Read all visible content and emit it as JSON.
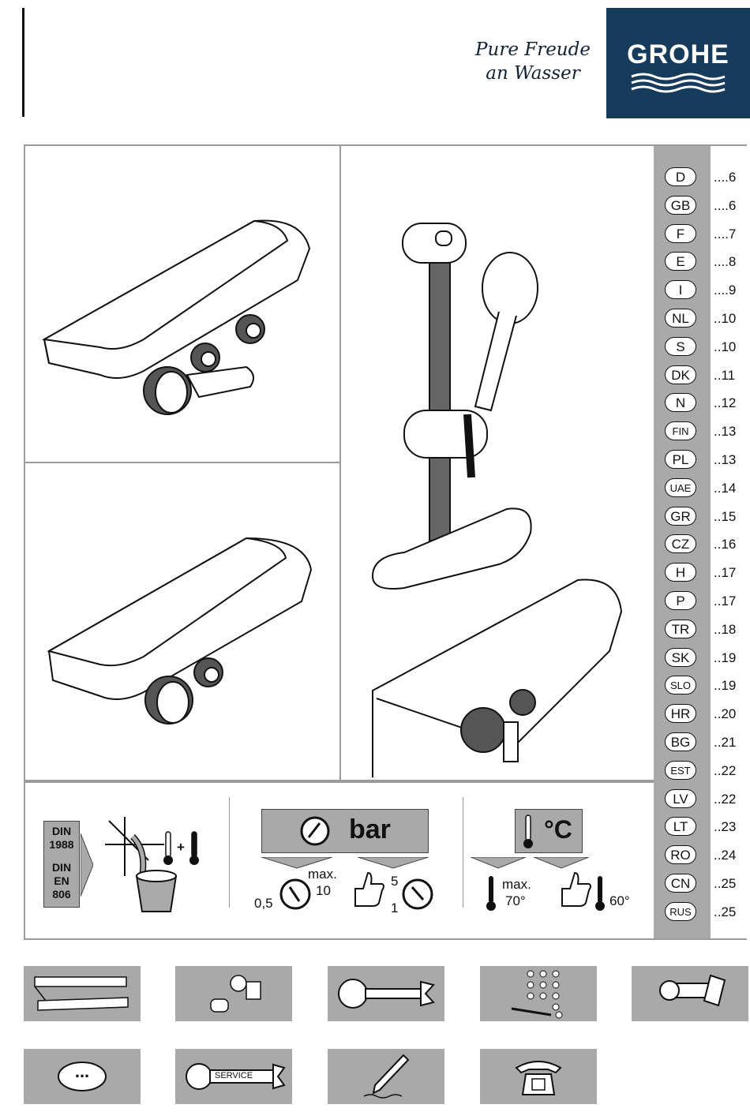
{
  "header": {
    "tagline_line1": "Pure Freude",
    "tagline_line2": "an Wasser",
    "logo_text": "GROHE",
    "brand_color": "#173b5b"
  },
  "languages": [
    {
      "code": "D",
      "page": "....6"
    },
    {
      "code": "GB",
      "page": "....6"
    },
    {
      "code": "F",
      "page": "....7"
    },
    {
      "code": "E",
      "page": "....8"
    },
    {
      "code": "I",
      "page": "....9"
    },
    {
      "code": "NL",
      "page": "..10"
    },
    {
      "code": "S",
      "page": "..10"
    },
    {
      "code": "DK",
      "page": "..11"
    },
    {
      "code": "N",
      "page": "..12"
    },
    {
      "code": "FIN",
      "page": "..13"
    },
    {
      "code": "PL",
      "page": "..13"
    },
    {
      "code": "UAE",
      "page": "..14"
    },
    {
      "code": "GR",
      "page": "..15"
    },
    {
      "code": "CZ",
      "page": "..16"
    },
    {
      "code": "H",
      "page": "..17"
    },
    {
      "code": "P",
      "page": "..17"
    },
    {
      "code": "TR",
      "page": "..18"
    },
    {
      "code": "SK",
      "page": "..19"
    },
    {
      "code": "SLO",
      "page": "..19"
    },
    {
      "code": "HR",
      "page": "..20"
    },
    {
      "code": "BG",
      "page": "..21"
    },
    {
      "code": "EST",
      "page": "..22"
    },
    {
      "code": "LV",
      "page": "..22"
    },
    {
      "code": "LT",
      "page": "..23"
    },
    {
      "code": "RO",
      "page": "..24"
    },
    {
      "code": "CN",
      "page": "..25"
    },
    {
      "code": "RUS",
      "page": "..25"
    }
  ],
  "specs": {
    "din_line1": "DIN",
    "din_line2": "1988",
    "din_line3": "DIN",
    "din_line4": "EN",
    "din_line5": "806",
    "plus": "+",
    "bar_label": "bar",
    "pressure_max_label": "max.",
    "pressure_max_value": "10",
    "pressure_min_value": "0,5",
    "pressure_rec_high": "5",
    "pressure_rec_low": "1",
    "temp_label": "°C",
    "temp_max_label": "max.",
    "temp_max_value": "70°",
    "temp_rec_value": "60°"
  },
  "icons": {
    "service_label": "SERVICE",
    "dots_label": "...",
    "row1": [
      "ruler-icon",
      "parts-icon",
      "wrench-icon",
      "dimensions-icon",
      "mounting-icon"
    ],
    "row2": [
      "more-icon",
      "service-icon",
      "pencil-icon",
      "phone-icon"
    ]
  }
}
